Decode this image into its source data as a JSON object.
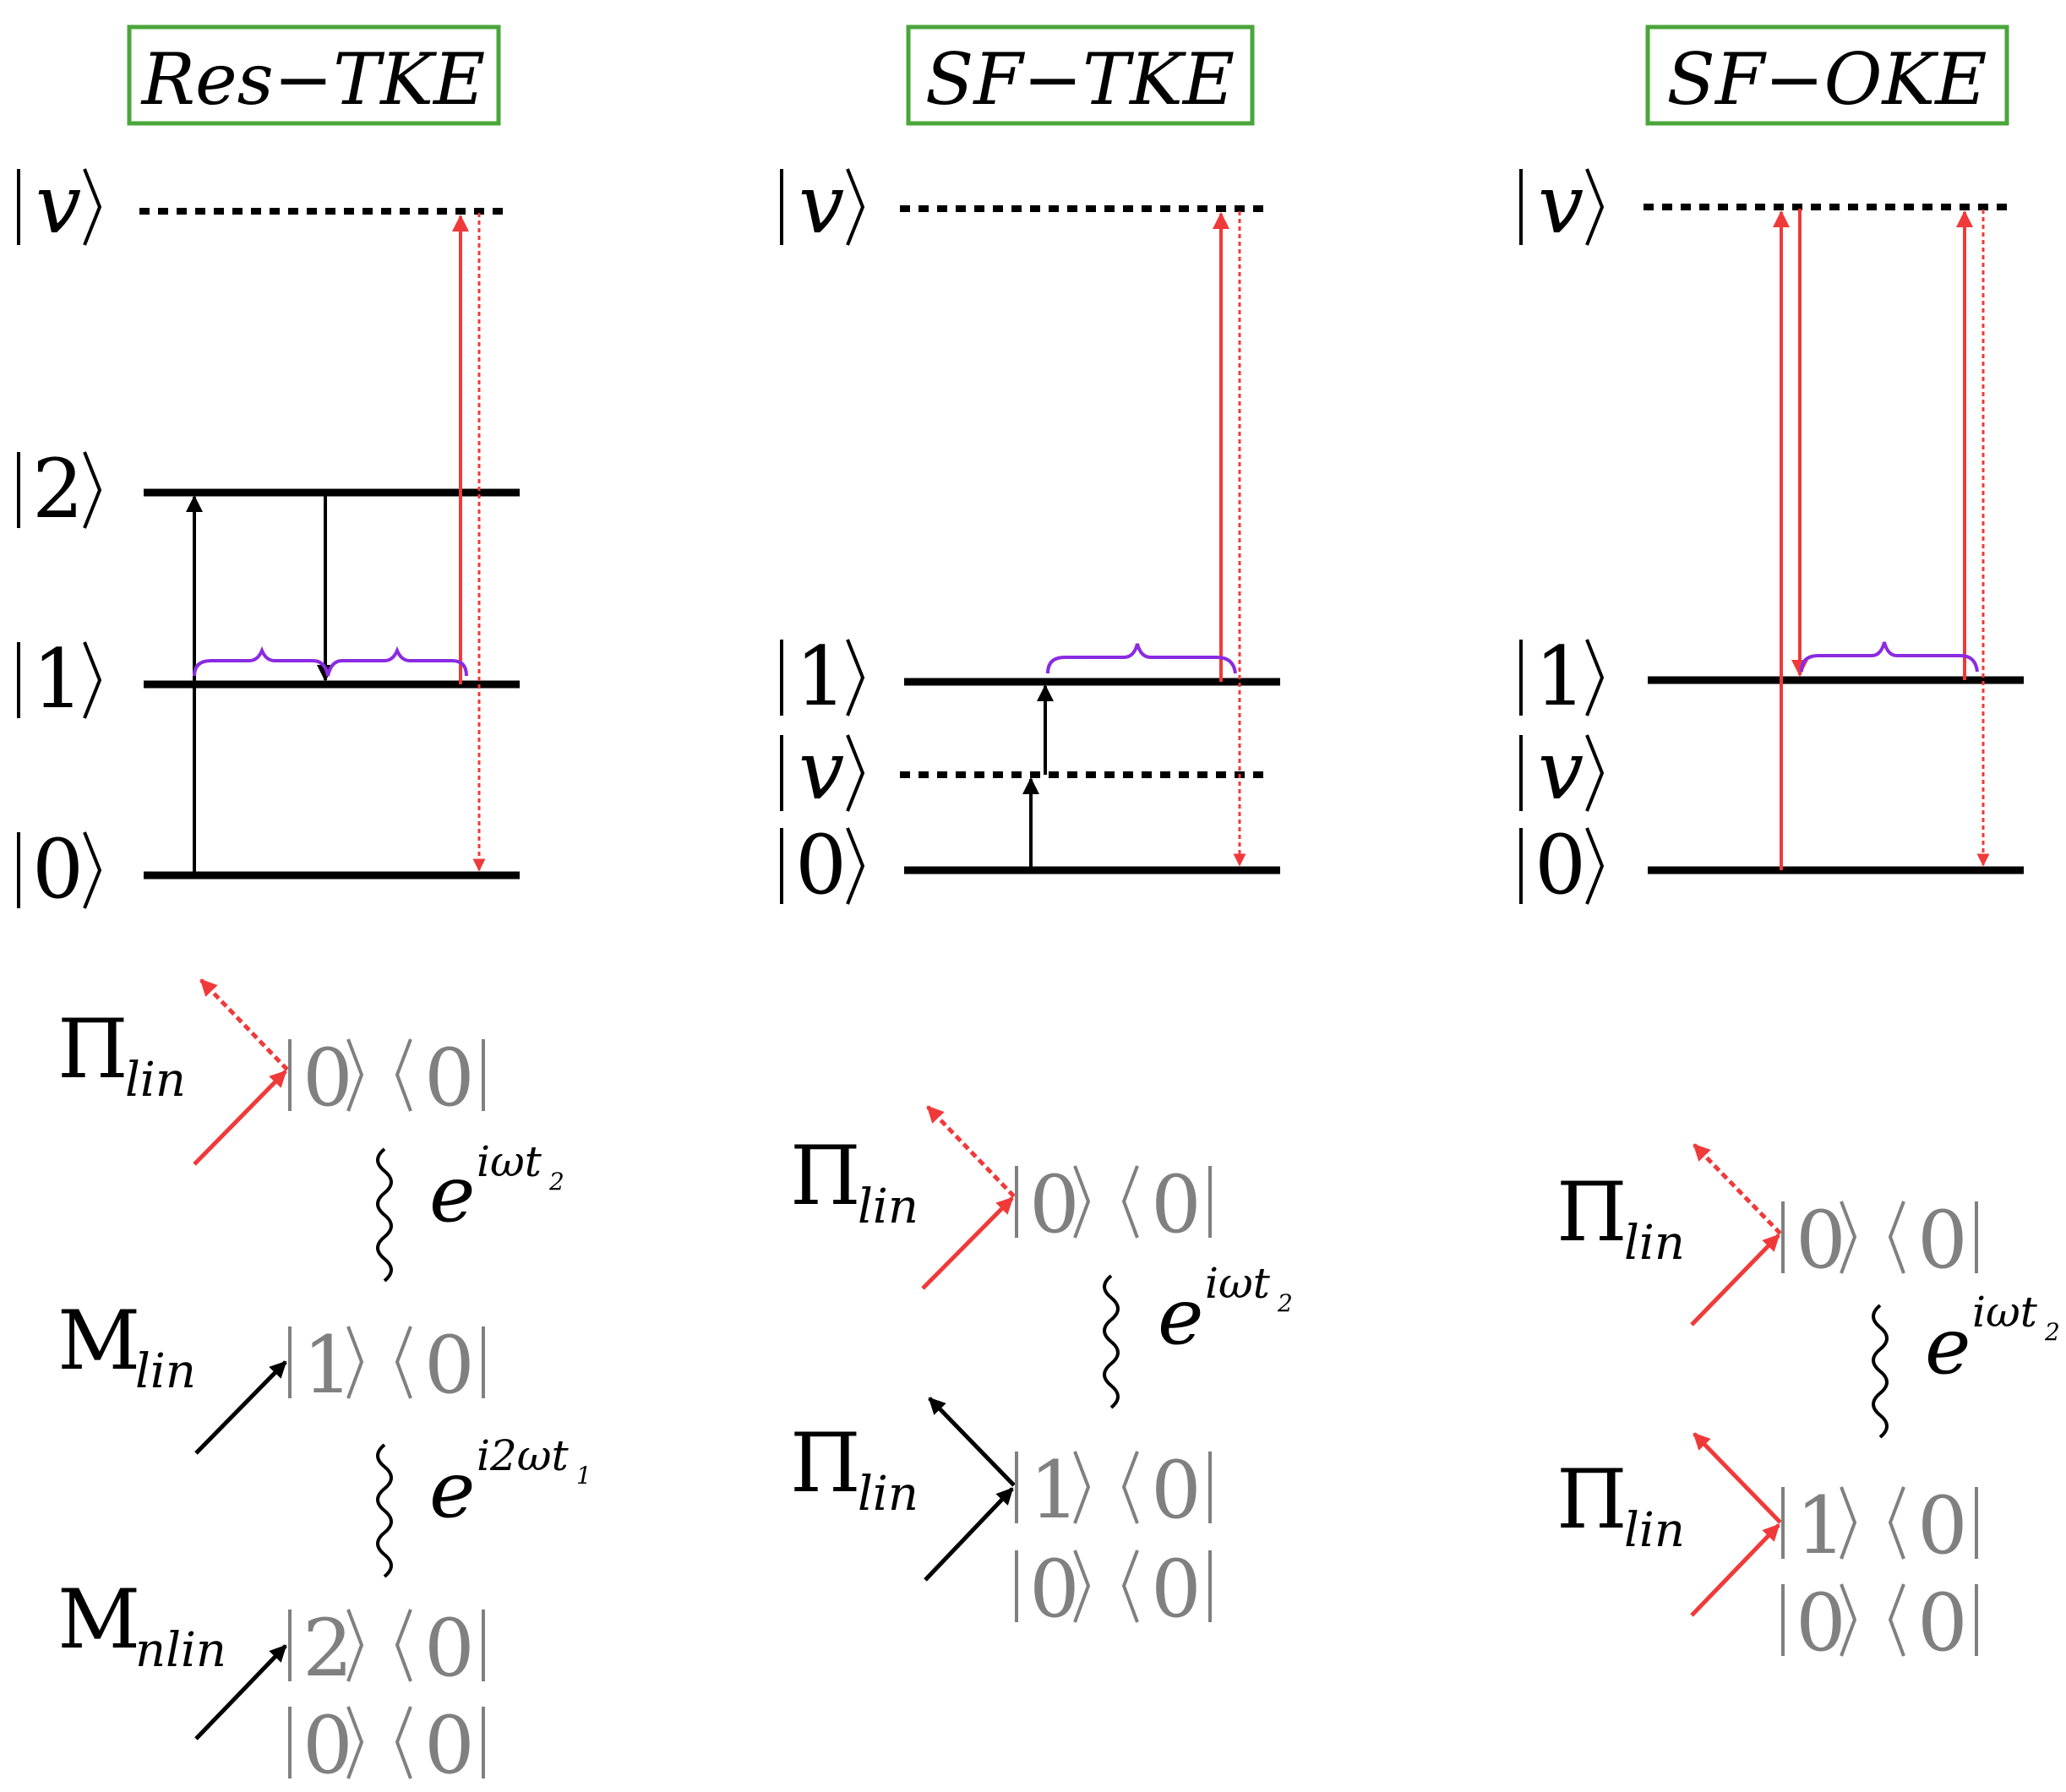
{
  "colors": {
    "title_box_border": "#4aa63a",
    "field_arrow": "#f03a3a",
    "probe_bracket": "#8a2be2",
    "level_line": "#000000",
    "coherence_text": "#808080"
  },
  "panels": [
    {
      "title": "Res−TKE",
      "levels": {
        "v_top": "v",
        "two": "2",
        "one": "1",
        "zero": "0"
      },
      "feynman": {
        "ops": [
          {
            "symbol": "Π",
            "subscript": "lin"
          },
          {
            "symbol": "M",
            "subscript": "lin"
          },
          {
            "symbol": "M",
            "subscript": "nlin"
          }
        ],
        "states": [
          {
            "ket": "0",
            "bra": "0"
          },
          {
            "ket": "1",
            "bra": "0"
          },
          {
            "ket": "2",
            "bra": "0"
          },
          {
            "ket": "0",
            "bra": "0"
          }
        ],
        "phases": [
          {
            "base": "e",
            "exponent": "iωt",
            "sub": "2"
          },
          {
            "base": "e",
            "exponent": "i2ωt",
            "sub": "1"
          }
        ]
      }
    },
    {
      "title": "SF−TKE",
      "levels": {
        "v_top": "v",
        "one": "1",
        "v_mid": "v",
        "zero": "0"
      },
      "feynman": {
        "ops": [
          {
            "symbol": "Π",
            "subscript": "lin"
          },
          {
            "symbol": "Π",
            "subscript": "lin"
          }
        ],
        "states": [
          {
            "ket": "0",
            "bra": "0"
          },
          {
            "ket": "1",
            "bra": "0"
          },
          {
            "ket": "0",
            "bra": "0"
          }
        ],
        "phases": [
          {
            "base": "e",
            "exponent": "iωt",
            "sub": "2"
          }
        ]
      }
    },
    {
      "title": "SF−OKE",
      "levels": {
        "v_top": "v",
        "one": "1",
        "v_mid": "v",
        "zero": "0"
      },
      "feynman": {
        "ops": [
          {
            "symbol": "Π",
            "subscript": "lin"
          },
          {
            "symbol": "Π",
            "subscript": "lin"
          }
        ],
        "states": [
          {
            "ket": "0",
            "bra": "0"
          },
          {
            "ket": "1",
            "bra": "0"
          },
          {
            "ket": "0",
            "bra": "0"
          }
        ],
        "phases": [
          {
            "base": "e",
            "exponent": "iωt",
            "sub": "2"
          }
        ]
      }
    }
  ]
}
